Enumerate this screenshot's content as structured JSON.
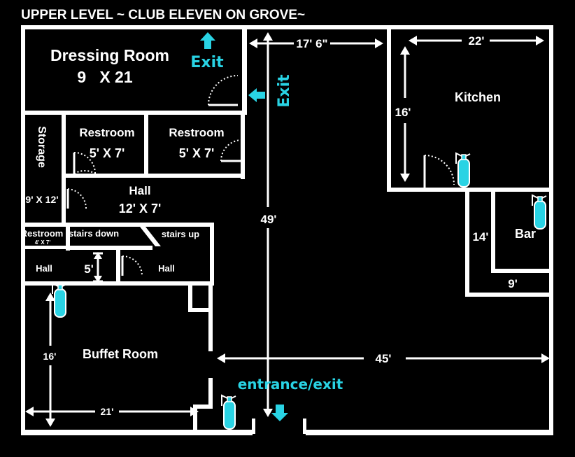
{
  "title": "UPPER LEVEL ~ CLUB ELEVEN ON GROVE~",
  "colors": {
    "background": "#000000",
    "wall": "#ffffff",
    "accent": "#29d3e4"
  },
  "rooms": {
    "dressing": {
      "name": "Dressing Room",
      "size": "9   X 21"
    },
    "restroom1": {
      "name": "Restroom",
      "size": "5' X 7'"
    },
    "restroom2": {
      "name": "Restroom",
      "size": "5' X 7'"
    },
    "storage": {
      "name": "Storage",
      "size": "9' X 12'"
    },
    "hall_main": {
      "name": "Hall",
      "size": "12' X 7'"
    },
    "restroom_small": {
      "name": "Restroom",
      "size": "4' X 7'"
    },
    "stairs_down": "stairs down",
    "stairs_up": "stairs up",
    "hall_left": "Hall",
    "hall_right": "Hall",
    "kitchen": "Kitchen",
    "bar": "Bar",
    "buffet": "Buffet Room"
  },
  "dimensions": {
    "width_top": "17' 6\"",
    "kitchen_width": "22'",
    "kitchen_height": "16'",
    "main_length": "49'",
    "bar_height": "14'",
    "bar_width": "9'",
    "main_width": "45'",
    "buffet_height": "16'",
    "buffet_width": "21'",
    "hall_step": "5'"
  },
  "labels": {
    "exit_top": "Exit",
    "exit_vertical": "Exit",
    "entrance": "entrance/exit"
  },
  "icons": [
    "fire-extinguisher-icon",
    "arrow-up-icon",
    "arrow-left-icon",
    "arrow-down-icon",
    "door-swing-icon"
  ]
}
